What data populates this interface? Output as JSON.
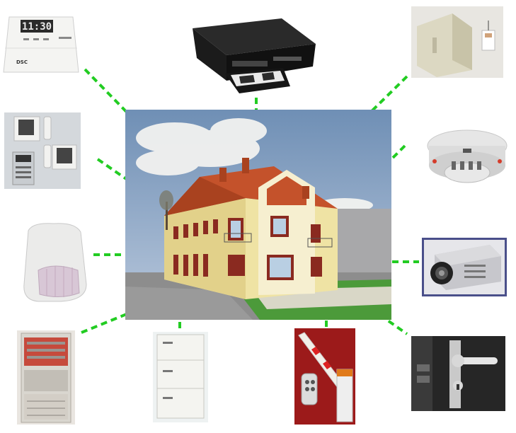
{
  "diagram": {
    "connector_color": "#22cc22",
    "center": {
      "name": "house-photo"
    },
    "devices": [
      {
        "name": "alarm-keypad",
        "display_text": "11:30"
      },
      {
        "name": "vcr-recorder"
      },
      {
        "name": "access-control-reader"
      },
      {
        "name": "video-intercom"
      },
      {
        "name": "smoke-detector"
      },
      {
        "name": "motion-sensor"
      },
      {
        "name": "cctv-camera"
      },
      {
        "name": "equipment-rack"
      },
      {
        "name": "telephone-exchange"
      },
      {
        "name": "parking-barrier"
      },
      {
        "name": "door-lock"
      }
    ]
  }
}
